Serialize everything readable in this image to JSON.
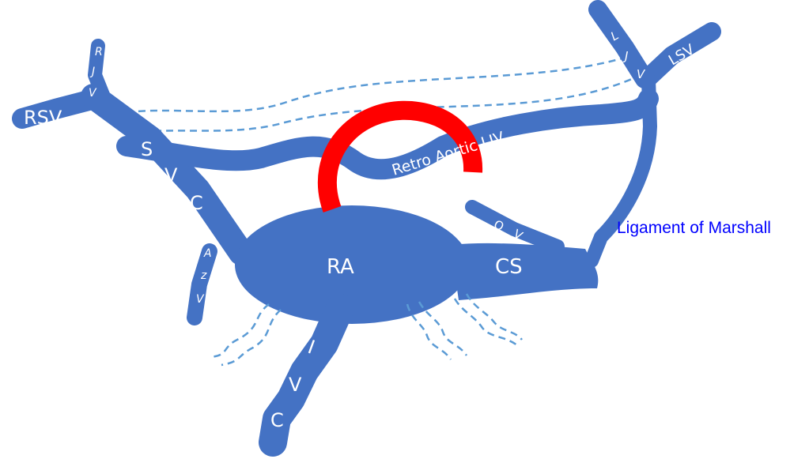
{
  "colors": {
    "vein": "#4472C4",
    "aorta": "#FF0000",
    "dashed": "#5B9BD5",
    "annotation": "#0000FF"
  },
  "labels": {
    "rsv": "RSV",
    "rjv": [
      "R",
      "J",
      "V"
    ],
    "svc": [
      "S",
      "V",
      "C"
    ],
    "azv": [
      "A",
      "z",
      "V"
    ],
    "ra": "RA",
    "ivc": [
      "I",
      "V",
      "C"
    ],
    "cs": "CS",
    "ov": [
      "O",
      "V"
    ],
    "retro_aortic_liv": "Retro Aortic LIV",
    "ljv": [
      "L",
      "J",
      "V"
    ],
    "lsv": "LSV",
    "ligament_of_marshall": "Ligament of Marshall"
  }
}
